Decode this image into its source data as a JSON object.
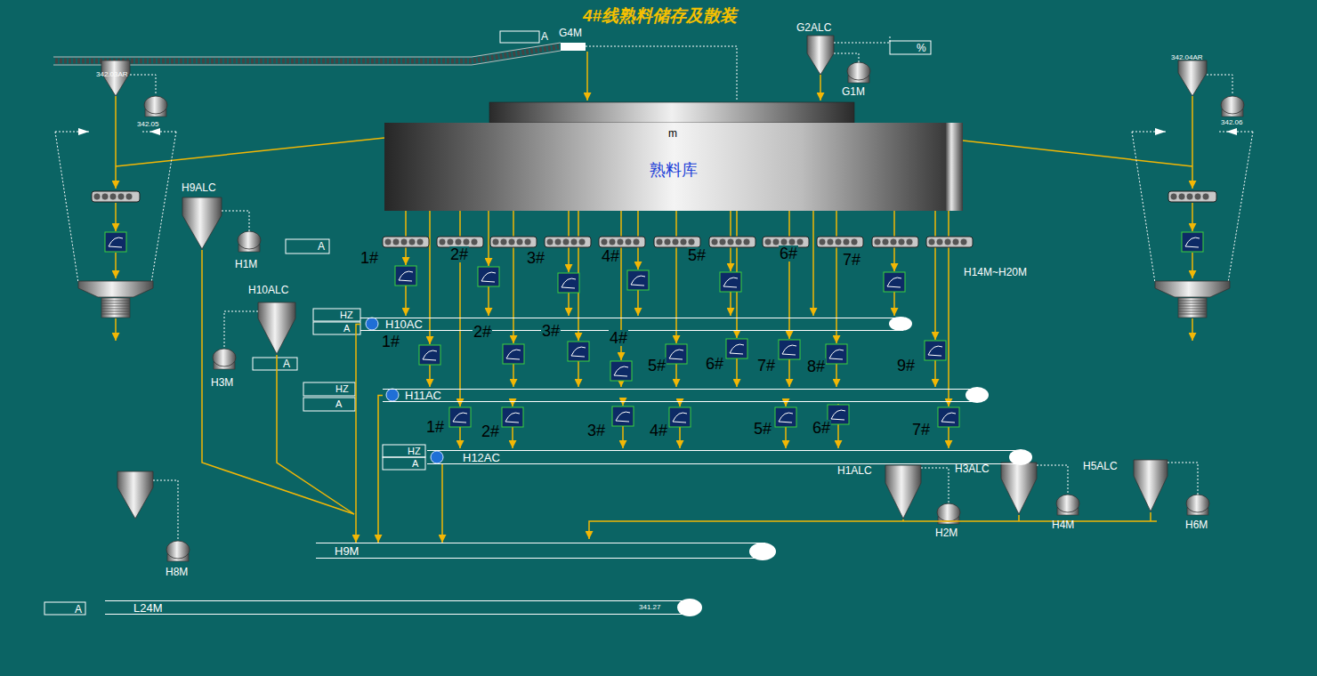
{
  "diagram": {
    "title": "4#线熟料储存及散装",
    "nodes": [
      {
        "text": [
          "熟料库"
        ]
      },
      {
        "text": [
          "H10AC"
        ]
      },
      {
        "text": [
          "H11AC"
        ]
      },
      {
        "text": [
          "H12AC"
        ]
      },
      {
        "text": [
          "H9M"
        ]
      },
      {
        "text": [
          "L24M",
          "341.27"
        ]
      }
    ],
    "edges": [
      {
        "from": 1,
        "to": 4,
        "arrow": "to"
      },
      {
        "from": 2,
        "to": 4,
        "arrow": "to"
      },
      {
        "from": 3,
        "to": 4,
        "arrow": "to"
      }
    ],
    "labels": [
      "A",
      "G4M",
      "G2ALC",
      "%",
      "G1M",
      "m",
      "342.03AR",
      "342.05",
      "342.04AR",
      "342.06",
      "H9ALC",
      "H1M",
      "A",
      "H10ALC",
      "HZ",
      "A",
      "H3M",
      "A",
      "HZ",
      "A",
      "HZ",
      "A",
      "1#",
      "2#",
      "3#",
      "4#",
      "5#",
      "6#",
      "7#",
      "1#",
      "2#",
      "3#",
      "4#",
      "5#",
      "6#",
      "7#",
      "8#",
      "9#",
      "1#",
      "2#",
      "3#",
      "4#",
      "5#",
      "6#",
      "7#",
      "H14M~H20M",
      "H1ALC",
      "H2M",
      "H3ALC",
      "H4M",
      "H5ALC",
      "H6M",
      "H8M",
      "A"
    ]
  }
}
